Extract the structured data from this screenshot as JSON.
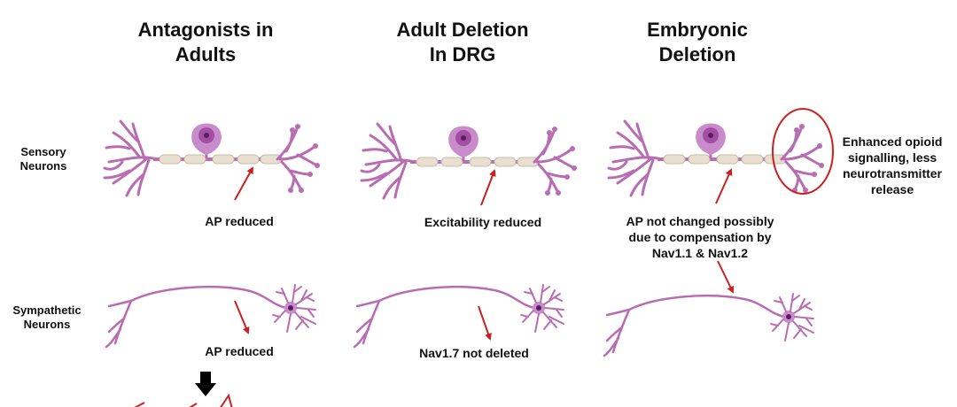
{
  "columns": [
    {
      "title": "Antagonists in\nAdults"
    },
    {
      "title": "Adult Deletion\nIn DRG"
    },
    {
      "title": "Embryonic\nDeletion"
    }
  ],
  "rows": {
    "sensory": "Sensory\nNeurons",
    "sympathetic": "Sympathetic\nNeurons"
  },
  "captions": {
    "sensory_col1": "AP reduced",
    "sensory_col2": "Excitability reduced",
    "sensory_col3": "AP not changed possibly\ndue to compensation by\nNav1.1 & Nav1.2",
    "sympathetic_col1": "AP reduced",
    "sympathetic_col2": "Nav1.7 not deleted",
    "terminal_note": "Enhanced opioid\nsignalling,  less\nneurotransmitter\nrelease"
  },
  "colors": {
    "neuron": "#b86db3",
    "soma": "#c98ccb",
    "nucleus": "#7a2c7e",
    "myelin": "#e8dfd1",
    "arrow": "#cc1f1f",
    "callout_ring": "#cc1f1f",
    "down_arrow": "#000000"
  }
}
